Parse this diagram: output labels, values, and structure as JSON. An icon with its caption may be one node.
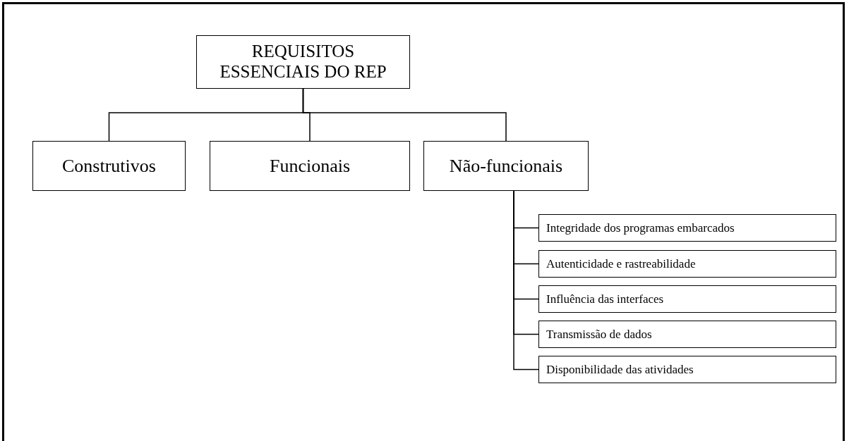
{
  "diagram": {
    "nodes": [
      {
        "text": [
          "REQUISITOS ESSENCIAIS DO REP"
        ]
      },
      {
        "text": [
          "Construtivos"
        ]
      },
      {
        "text": [
          "Funcionais"
        ]
      },
      {
        "text": [
          "Não-funcionais"
        ]
      },
      {
        "text": [
          "Integridade dos programas embarcados"
        ]
      },
      {
        "text": [
          "Autenticidade e rastreabilidade"
        ]
      },
      {
        "text": [
          "Influência das interfaces"
        ]
      },
      {
        "text": [
          "Transmissão de dados"
        ]
      },
      {
        "text": [
          "Disponibilidade das atividades"
        ]
      }
    ],
    "edges": [
      {
        "from": 0,
        "to": 1,
        "arrow": "none"
      },
      {
        "from": 0,
        "to": 2,
        "arrow": "none"
      },
      {
        "from": 0,
        "to": 3,
        "arrow": "none"
      },
      {
        "from": 3,
        "to": 4,
        "arrow": "none"
      },
      {
        "from": 3,
        "to": 5,
        "arrow": "none"
      },
      {
        "from": 3,
        "to": 6,
        "arrow": "none"
      },
      {
        "from": 3,
        "to": 7,
        "arrow": "none"
      },
      {
        "from": 3,
        "to": 8,
        "arrow": "none"
      }
    ]
  }
}
